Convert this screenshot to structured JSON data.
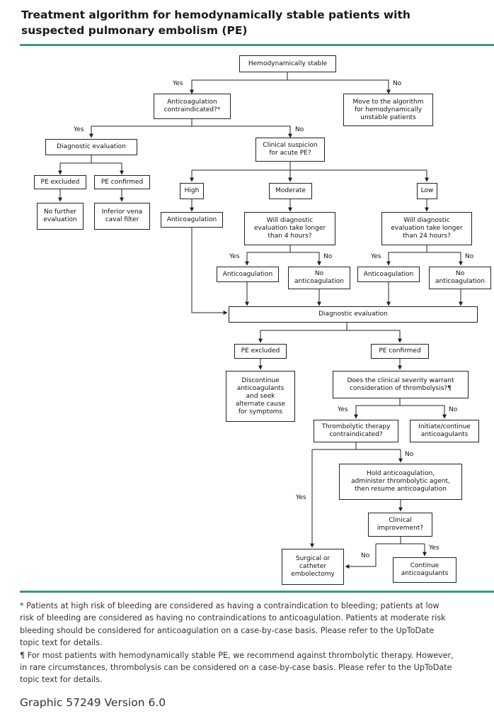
{
  "title": {
    "line1": "Treatment algorithm for hemodynamically stable patients with",
    "line2": "suspected pulmonary embolism (PE)"
  },
  "nodes": {
    "hemo_stable": "Hemodynamically stable",
    "anticoag_contra": "Anticoagulation\ncontraindicated?*",
    "unstable_algo": "Move to the algorithm\nfor hemodynamically\nunstable patients",
    "diag_eval_left": "Diagnostic evaluation",
    "clinical_suspicion": "Clinical suspicion\nfor acute PE?",
    "pe_excluded_left": "PE excluded",
    "pe_confirmed_left": "PE confirmed",
    "no_further": "No further\nevaluation",
    "ivc_filter": "Inferior vena\ncaval filter",
    "high": "High",
    "moderate": "Moderate",
    "low": "Low",
    "anticoag_high": "Anticoagulation",
    "wait_4h": "Will diagnostic\nevaluation take longer\nthan 4 hours?",
    "wait_24h": "Will diagnostic\nevaluation take longer\nthan 24 hours?",
    "anticoag_mod": "Anticoagulation",
    "no_anticoag_mod": "No\nanticoagulation",
    "anticoag_low": "Anticoagulation",
    "no_anticoag_low": "No\nanticoagulation",
    "diag_eval_main": "Diagnostic evaluation",
    "pe_excluded": "PE excluded",
    "pe_confirmed": "PE confirmed",
    "discontinue": "Discontinue\nanticoagulants\nand seek\nalternate cause\nfor symptoms",
    "severity": "Does the clinical severity warrant\nconsideration of thrombolysis?¶",
    "thrombo_contra": "Thrombolytic therapy\ncontraindicated?",
    "initiate": "Initiate/continue\nanticoagulants",
    "hold": "Hold anticoagulation,\nadminister thrombolytic agent,\nthen resume anticoagulation",
    "improvement": "Clinical\nimprovement?",
    "surgical": "Surgical or\ncatheter\nembolectomy",
    "continue": "Continue\nanticoagulants"
  },
  "labels": {
    "yes": "Yes",
    "no": "No"
  },
  "footnotes": {
    "star_1": "* Patients at high risk of bleeding are considered as having a contraindication to bleeding; patients at low",
    "star_2": "risk of bleeding are considered as having no contraindications to anticoagulation. Patients at moderate risk",
    "star_3": "bleeding should be considered for anticoagulation on a case-by-case basis. Please refer to the UpToDate",
    "star_4": "topic text for details.",
    "pilcrow_1": "¶ For most patients with hemodynamically stable PE, we recommend against thrombolytic therapy. However,",
    "pilcrow_2": "in rare circumstances, thrombolysis can be considered on a case-by-case basis. Please refer to the UpToDate",
    "pilcrow_3": "topic text for details."
  },
  "graphic_id": "Graphic 57249 Version 6.0",
  "colors": {
    "accent_rule": "#3c9a79",
    "line": "#222222"
  }
}
